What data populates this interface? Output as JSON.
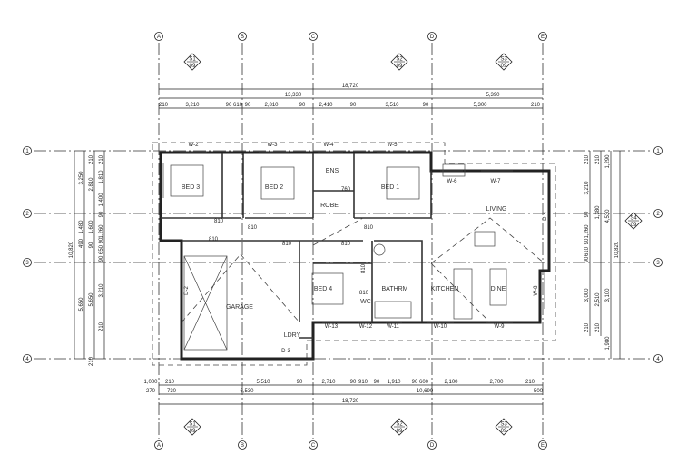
{
  "grid": {
    "columns": [
      "A",
      "B",
      "C",
      "D",
      "E"
    ],
    "rows": [
      "1",
      "2",
      "3",
      "4"
    ]
  },
  "sections": {
    "top": [
      {
        "id": "S1",
        "sheet": "09"
      },
      {
        "id": "S2",
        "sheet": "09"
      },
      {
        "id": "S3",
        "sheet": "09"
      }
    ],
    "bottom": [
      {
        "id": "S1",
        "sheet": "09"
      },
      {
        "id": "S2",
        "sheet": "09"
      },
      {
        "id": "S3",
        "sheet": "09"
      }
    ],
    "right": [
      {
        "id": "S4",
        "sheet": "09"
      }
    ]
  },
  "rooms": [
    "BED 3",
    "BED 2",
    "ENS",
    "BED 1",
    "ROBE",
    "LIVING",
    "GARAGE",
    "BED 4",
    "BATHRM",
    "KITCHEN",
    "DINE",
    "WC",
    "LDRY"
  ],
  "openings": [
    "W-2",
    "W-3",
    "W-4",
    "W-5",
    "W-6",
    "W-7",
    "W-13",
    "W-12",
    "W-11",
    "W-10",
    "W-9",
    "W-8",
    "D-2",
    "D-3",
    "D-4"
  ],
  "door_widths": [
    "810",
    "810",
    "810",
    "810",
    "810",
    "810",
    "810",
    "810",
    "760"
  ],
  "dims_top": {
    "overall": "18,720",
    "row2": [
      "13,330",
      "5,390"
    ],
    "row3": [
      "210",
      "3,210",
      "90",
      "610",
      "90",
      "2,810",
      "90",
      "2,410",
      "90",
      "3,510",
      "90",
      "5,300",
      "210"
    ]
  },
  "dims_bottom": {
    "row1": [
      "1,000",
      "210",
      "5,510",
      "90",
      "2,710",
      "90",
      "910",
      "90",
      "1,910",
      "90",
      "600",
      "2,100",
      "2,700",
      "210"
    ],
    "row2": [
      "270",
      "730",
      "6,530",
      "10,690",
      "500"
    ],
    "overall": "18,720"
  },
  "dims_left": [
    "10,820",
    "3,250",
    "1,480",
    "490",
    "5,650",
    "210",
    "2,810",
    "1,600",
    "90",
    "5,650",
    "210",
    "210",
    "1,810",
    "1,400",
    "90",
    "1,260",
    "90",
    "650",
    "90",
    "3,210",
    "210"
  ],
  "dims_right": [
    "210",
    "3,210",
    "90",
    "1,260",
    "90",
    "610",
    "90",
    "3,000",
    "210",
    "210",
    "1,380",
    "2,510",
    "210",
    "1,290",
    "4,530",
    "3,100",
    "1,980",
    "10,820"
  ]
}
